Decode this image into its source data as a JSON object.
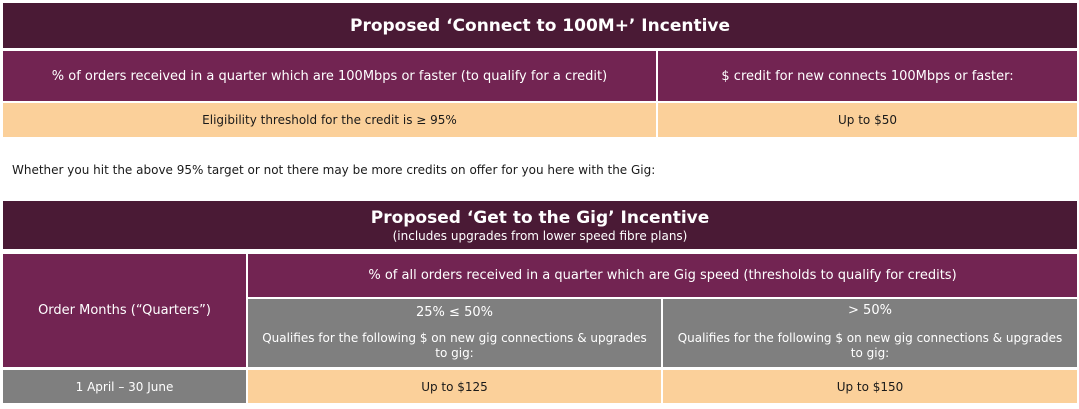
{
  "table1": {
    "title": "Proposed  ‘Connect to 100M+’ Incentive",
    "header_left": "% of orders received in a quarter which are 100Mbps or faster (to qualify for a credit)",
    "header_right": "$ credit for new connects 100Mbps or faster:",
    "row_left": "Eligibility threshold for the credit is ≥ 95%",
    "row_right": "Up to $50"
  },
  "intro_text": "Whether you hit the above 95% target or not there may be more credits on offer for you here with the Gig:",
  "table2": {
    "title": "Proposed ‘Get to the Gig’ Incentive",
    "subtitle": "(includes upgrades from lower speed fibre plans)",
    "order_months_label": "Order Months (“Quarters”)",
    "header_top": "% of all orders received in a quarter which are Gig speed (thresholds to qualify for credits)",
    "tier1": {
      "range": "25% ≤ 50%",
      "description": "Qualifies for the following $ on new gig connections & upgrades to gig:",
      "value": "Up to $125"
    },
    "tier2": {
      "range": "> 50%",
      "description": "Qualifies for the following $ on new gig connections & upgrades to gig:",
      "value": "Up to $150"
    },
    "quarter_label": "1 April – 30 June"
  }
}
